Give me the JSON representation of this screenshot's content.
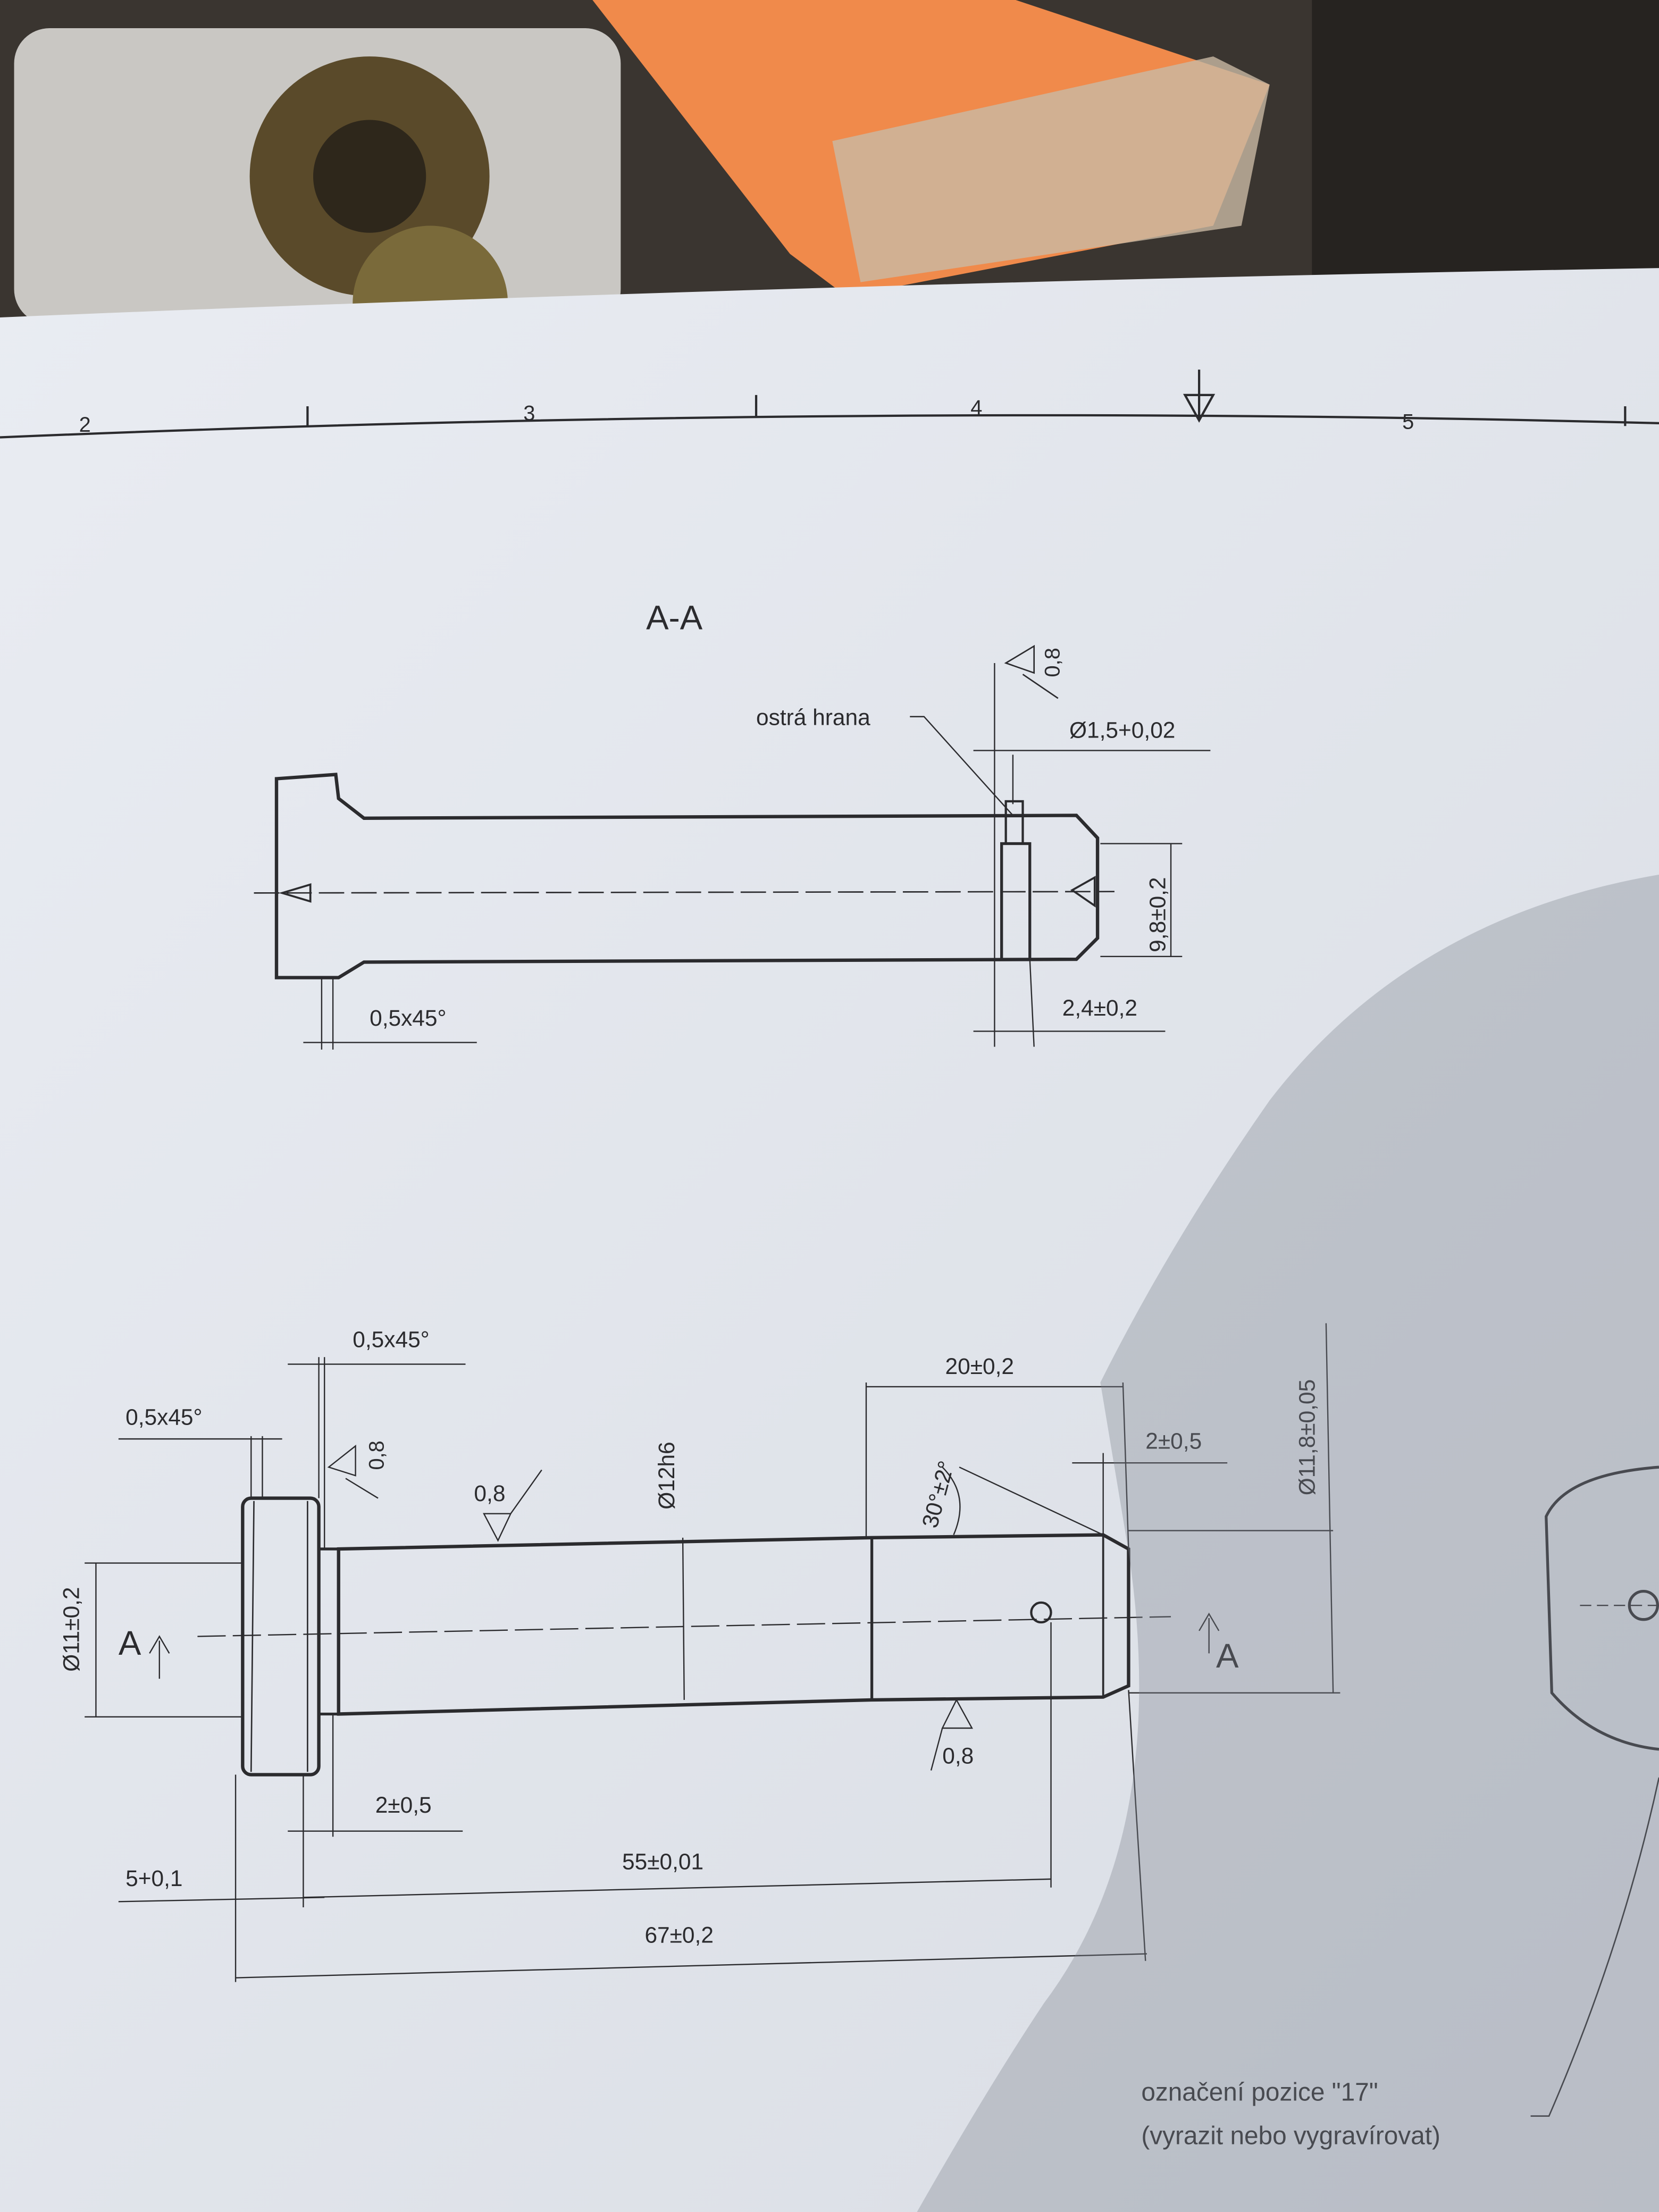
{
  "ruler": {
    "labels": [
      "2",
      "3",
      "4",
      "5"
    ]
  },
  "section_view": {
    "title": "A-A",
    "note_sharp_edge": "ostrá hrana",
    "hole_diameter": "Ø1,5+0,02",
    "roughness": "0,8",
    "depth_dim": "9,8±0,2",
    "position_dim": "2,4±0,2",
    "chamfer": "0,5x45°"
  },
  "main_view": {
    "chamfer_top": "0,5x45°",
    "chamfer_left": "0,5x45°",
    "roughness_head": "0,8",
    "roughness_shaft": "0,8",
    "shaft_diameter": "Ø12h6",
    "flat_length": "20±0,2",
    "angle": "30°±2°",
    "end_offset": "2±0,5",
    "end_diameter": "Ø11,8±0,05",
    "head_diameter": "Ø11±0,2",
    "section_mark_left": "A",
    "section_mark_right": "A",
    "roughness_bottom": "0,8",
    "neck_length": "2±0,5",
    "head_length": "5+0,1",
    "hole_position": "55±0,01",
    "total_length": "67±0,2"
  },
  "note": {
    "line1": "označení pozice \"17\"",
    "line2": "(vyrazit nebo vygravírovat)"
  },
  "colors": {
    "paper": "#e6e9ef",
    "ink": "#2b2b2e",
    "shadow": "#a9aeb8",
    "orange": "#f08a4b"
  }
}
